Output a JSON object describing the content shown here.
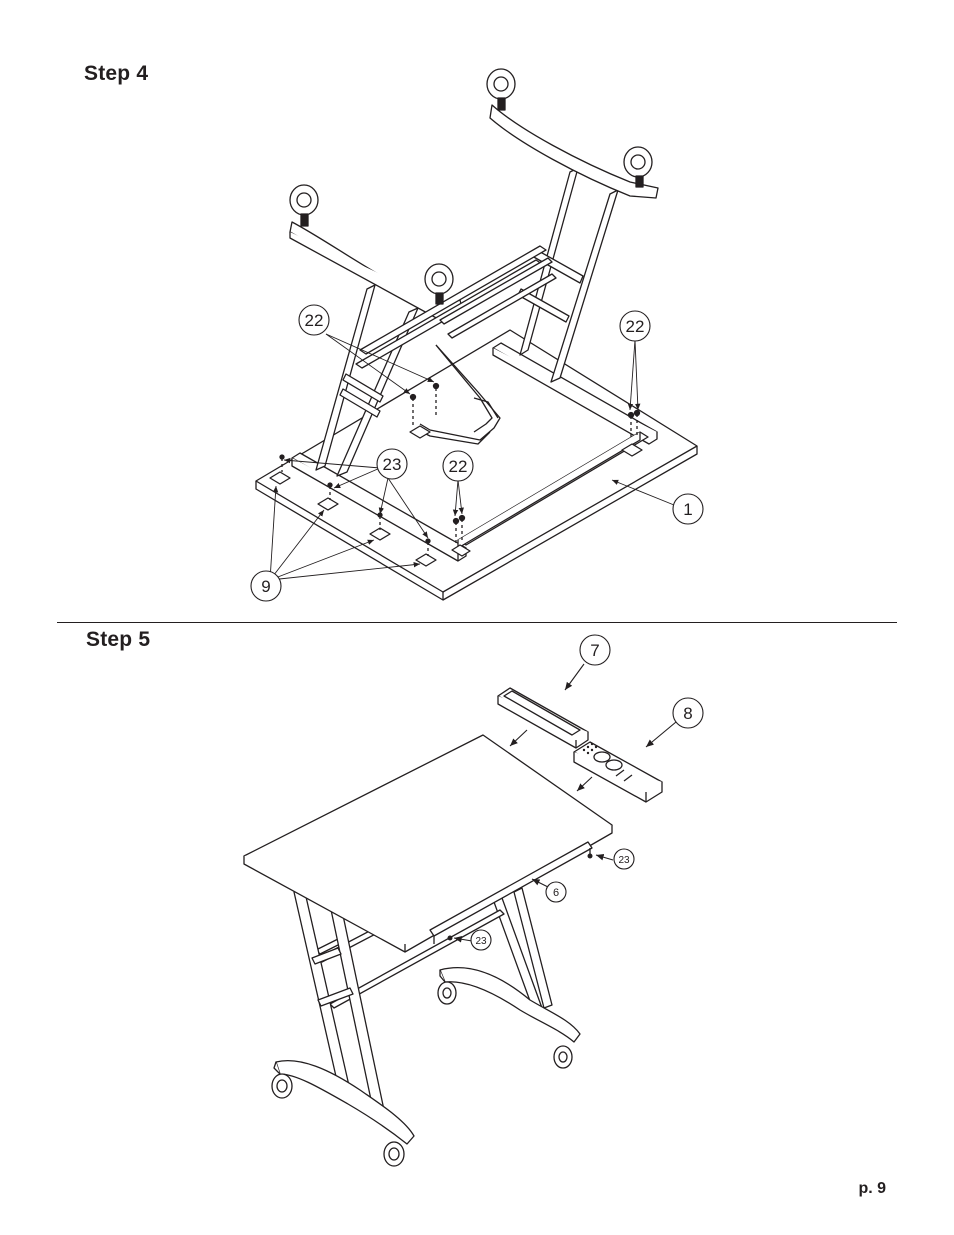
{
  "steps": [
    {
      "title": "Step 4",
      "callouts": {
        "c22a": "22",
        "c22b": "22",
        "c22c": "22",
        "c23": "23",
        "c1": "1",
        "c9": "9"
      }
    },
    {
      "title": "Step 5",
      "callouts": {
        "c7": "7",
        "c8": "8",
        "c6": "6",
        "c23a": "23",
        "c23b": "23"
      }
    }
  ],
  "page_number": "p. 9",
  "colors": {
    "ink": "#231f20",
    "paper": "#ffffff"
  }
}
